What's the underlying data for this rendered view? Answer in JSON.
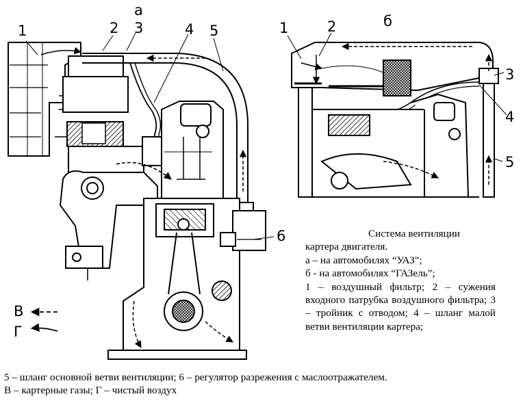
{
  "diagram": {
    "left_view_letter": "а",
    "right_view_letter": "б",
    "left_labels": [
      "1",
      "2",
      "3",
      "4",
      "5",
      "6"
    ],
    "right_labels": [
      "1",
      "2",
      "3",
      "4",
      "5"
    ],
    "legend": {
      "crankcase_gas_letter": "В",
      "clean_air_letter": "Г"
    }
  },
  "caption": {
    "title": "Система вентиляции",
    "line_1": "картера двигателя.",
    "line_2": "а – на автомобилях “УАЗ”;",
    "line_3": "б - на автомобилях “ГАЗель”;",
    "line_4": "1 – воздушный фильтр; 2 – сужения входного патрубка воздушного фильтра; 3 – тройник с отводом; 4 – шланг малой ветви вентиляции картера;",
    "bottom_1": "5 – шланг основной ветви вентиляции; 6 – регулятор разрежения с маслоотражателем.",
    "bottom_2": "В – картерные газы; Г – чистый воздух"
  }
}
